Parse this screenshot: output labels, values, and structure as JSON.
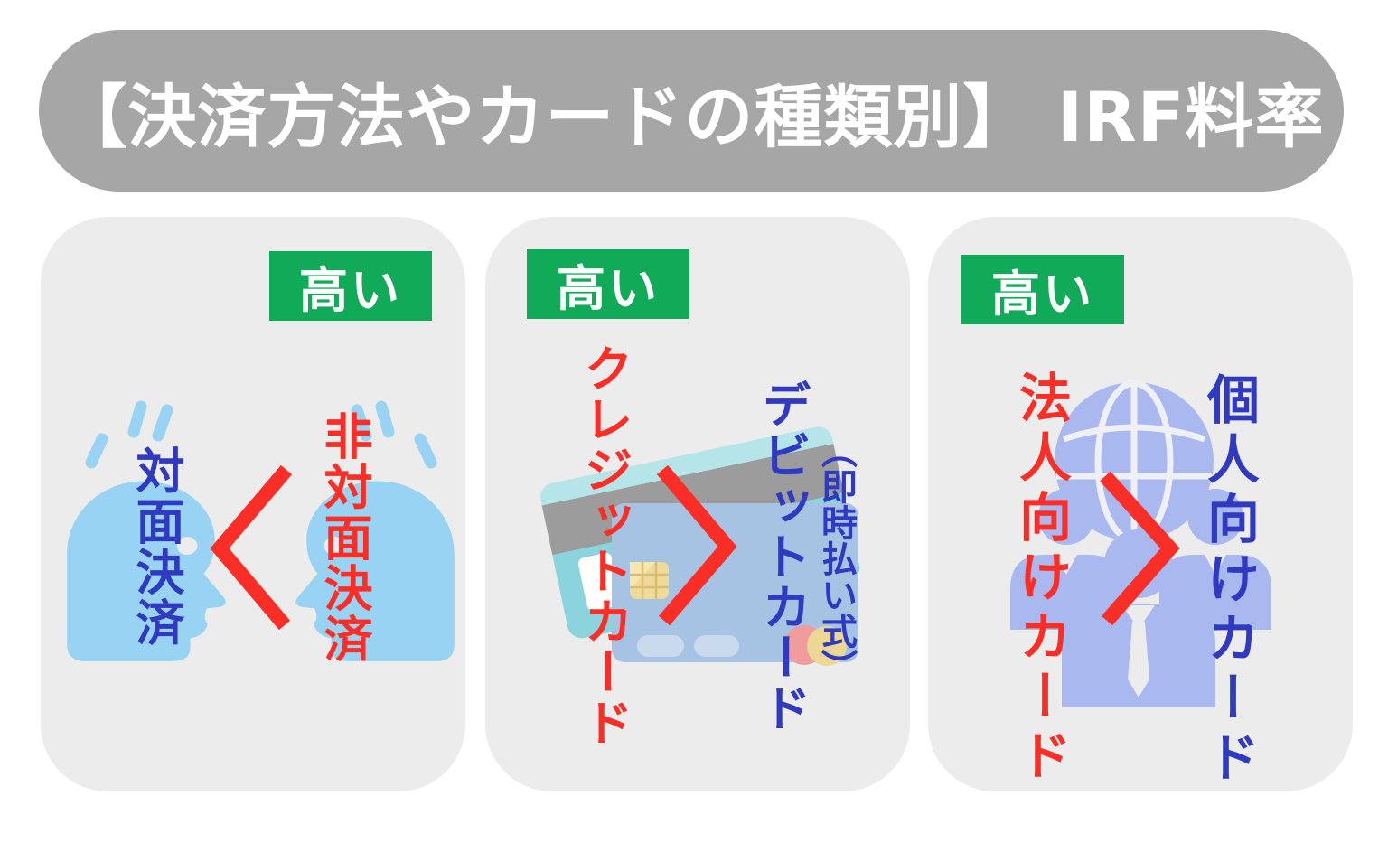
{
  "title": "【決済方法やカードの種類別】 IRF料率",
  "panels": [
    {
      "name": "payment-method",
      "badge": "高い",
      "lower_label": "対面決済",
      "higher_label": "非対面決済",
      "comparison": "対面決済 < 非対面決済",
      "icon": "two-heads-icon"
    },
    {
      "name": "card-scheme",
      "badge": "高い",
      "higher_label": "クレジットカード",
      "lower_label": "デビットカード",
      "lower_note": "（即時払い式）",
      "comparison": "クレジットカード > デビットカード（即時払い式）",
      "icon": "credit-cards-icon"
    },
    {
      "name": "card-holder-type",
      "badge": "高い",
      "higher_label": "法人向けカード",
      "lower_label": "個人向けカード",
      "comparison": "法人向けカード > 個人向けカード",
      "icon": "globe-team-icon"
    }
  ],
  "colors": {
    "banner_gray": "#a6a6a6",
    "panel_gray": "#ececec",
    "badge_green": "#11aa58",
    "accent_red": "#f92f27",
    "accent_blue": "#2f3ac0",
    "head_blue": "#99d3f3",
    "team_periwinkle": "#a9b8ef",
    "card_teal": "#8bd4dd",
    "card_teal_light": "#b6e5e9",
    "stripe_gray": "#9c9c9c",
    "card_front_blue": "#a6c3e4",
    "slot_blue": "#c9daec",
    "chip_gold": "#f0da97",
    "circle_pink": "#f09c9c",
    "circle_yellow": "#edd794"
  }
}
